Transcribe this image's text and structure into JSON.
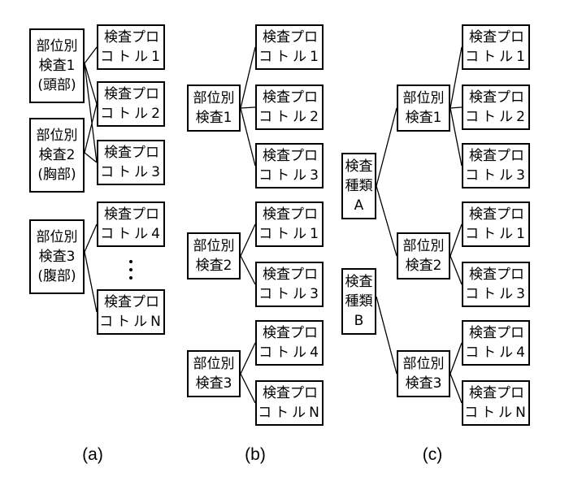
{
  "panels": {
    "a": {
      "label": "(a)",
      "groups": [
        {
          "lines": [
            "部位別",
            "検査1",
            "(頭部)"
          ]
        },
        {
          "lines": [
            "部位別",
            "検査2",
            "(胸部)"
          ]
        },
        {
          "lines": [
            "部位別",
            "検査3",
            "(腹部)"
          ]
        }
      ],
      "protocols": [
        {
          "lines": [
            "検査プロ",
            "コトル1"
          ]
        },
        {
          "lines": [
            "検査プロ",
            "コトル2"
          ]
        },
        {
          "lines": [
            "検査プロ",
            "コトル3"
          ]
        },
        {
          "lines": [
            "検査プロ",
            "コトル4"
          ]
        },
        {
          "lines": [
            "検査プロ",
            "コトルN"
          ]
        }
      ]
    },
    "b": {
      "label": "(b)",
      "groups": [
        {
          "lines": [
            "部位別",
            "検査1"
          ]
        },
        {
          "lines": [
            "部位別",
            "検査2"
          ]
        },
        {
          "lines": [
            "部位別",
            "検査3"
          ]
        }
      ],
      "protocols": [
        {
          "lines": [
            "検査プロ",
            "コトル1"
          ]
        },
        {
          "lines": [
            "検査プロ",
            "コトル2"
          ]
        },
        {
          "lines": [
            "検査プロ",
            "コトル3"
          ]
        },
        {
          "lines": [
            "検査プロ",
            "コトル1"
          ]
        },
        {
          "lines": [
            "検査プロ",
            "コトル3"
          ]
        },
        {
          "lines": [
            "検査プロ",
            "コトル4"
          ]
        },
        {
          "lines": [
            "検査プロ",
            "コトルN"
          ]
        }
      ]
    },
    "c": {
      "label": "(c)",
      "types": [
        {
          "lines": [
            "検査",
            "種類",
            "A"
          ]
        },
        {
          "lines": [
            "検査",
            "種類",
            "B"
          ]
        }
      ],
      "groups": [
        {
          "lines": [
            "部位別",
            "検査1"
          ]
        },
        {
          "lines": [
            "部位別",
            "検査2"
          ]
        },
        {
          "lines": [
            "部位別",
            "検査3"
          ]
        }
      ],
      "protocols": [
        {
          "lines": [
            "検査プロ",
            "コトル1"
          ]
        },
        {
          "lines": [
            "検査プロ",
            "コトル2"
          ]
        },
        {
          "lines": [
            "検査プロ",
            "コトル3"
          ]
        },
        {
          "lines": [
            "検査プロ",
            "コトル1"
          ]
        },
        {
          "lines": [
            "検査プロ",
            "コトル3"
          ]
        },
        {
          "lines": [
            "検査プロ",
            "コトル4"
          ]
        },
        {
          "lines": [
            "検査プロ",
            "コトルN"
          ]
        }
      ]
    }
  }
}
